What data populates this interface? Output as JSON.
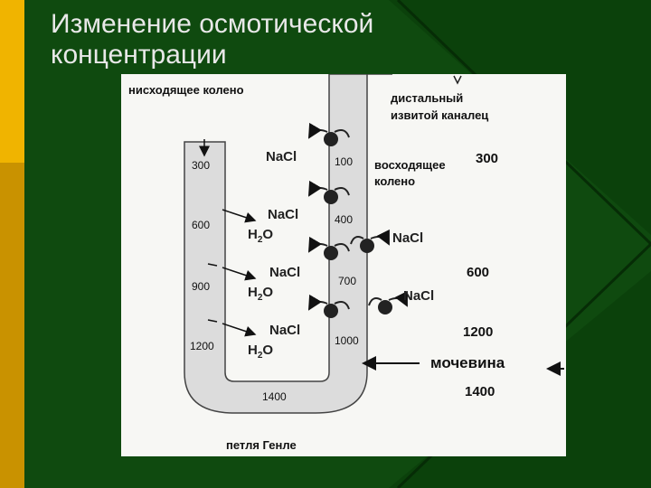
{
  "slide": {
    "title_line1": "Изменение осмотической",
    "title_line2": "концентрации"
  },
  "colors": {
    "background": "#0f4a0f",
    "accent_bar": "#f0b400",
    "title_text": "#e8e8e8",
    "figure_bg": "#f7f7f4"
  },
  "diagram": {
    "labels": {
      "descending_limb": "нисходящее колено",
      "distal_tubule_line1": "дистальный",
      "distal_tubule_line2": "извитой каналец",
      "ascending_limb_line1": "восходящее",
      "ascending_limb_line2": "колено",
      "urea": "мочевина",
      "loop_of_henle": "петля Генле"
    },
    "descending_values": [
      "300",
      "600",
      "900",
      "1200"
    ],
    "ascending_values": [
      "100",
      "400",
      "700",
      "1000"
    ],
    "loop_bottom_value": "1400",
    "interstitial_values": [
      "300",
      "600",
      "1200",
      "1400"
    ],
    "solutes": {
      "nacl": "NaCl",
      "h2o_base": "H",
      "h2o_sub": "2",
      "h2o_tail": "O"
    }
  }
}
